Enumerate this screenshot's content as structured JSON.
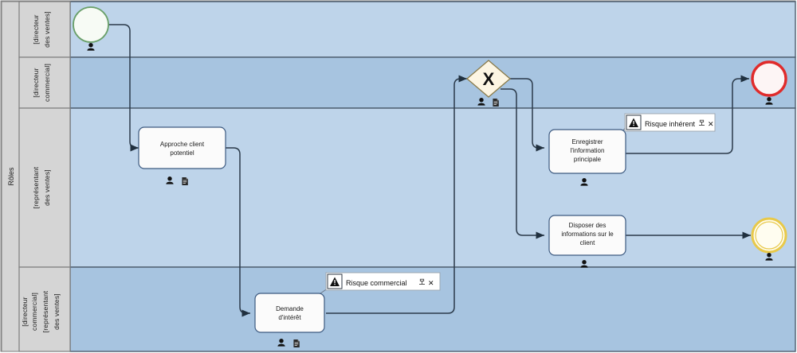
{
  "diagram": {
    "type": "bpmn-process-diagram",
    "pool": {
      "label": "Rôles"
    },
    "lanes": [
      {
        "id": "lane-1",
        "labels": [
          "[directeur",
          "des ventes]"
        ],
        "fill": "#bed4ea"
      },
      {
        "id": "lane-2",
        "labels": [
          "[directeur",
          "commercial]"
        ],
        "fill": "#a7c4e0"
      },
      {
        "id": "lane-3",
        "labels": [
          "[représentant",
          "des ventes]"
        ],
        "fill": "#bed4ea"
      },
      {
        "id": "lane-4",
        "labels": [
          "[directeur",
          "commercial]",
          "[représentant",
          "des ventes]"
        ],
        "fill": "#a7c4e0"
      }
    ],
    "events": [
      {
        "id": "start-event",
        "name": "start-event",
        "shape": "circle",
        "stroke": "#6aa06a",
        "fill": "#f7fbf5",
        "lane": "lane-1",
        "has_person_icon": true
      },
      {
        "id": "end-event-red",
        "name": "end-event",
        "shape": "circle",
        "stroke": "#e02b2b",
        "fill": "#fdf5f5",
        "lane": "lane-2",
        "has_person_icon": true
      },
      {
        "id": "end-event-gold",
        "name": "intermediate-event",
        "shape": "circle",
        "stroke": "#e8c94a",
        "fill": "#fffdf0",
        "lane": "lane-3",
        "has_person_icon": true
      }
    ],
    "gateway": {
      "id": "gateway-exclusive",
      "symbol": "X",
      "fill": "#fdf6e3",
      "stroke": "#8a7b4a",
      "lane": "lane-2",
      "icons": [
        "person-icon",
        "document-icon"
      ]
    },
    "tasks": [
      {
        "id": "task-approche",
        "lines": [
          "Approche client",
          "potentiel"
        ],
        "lane": "lane-3",
        "icons": [
          "person-icon",
          "document-icon"
        ]
      },
      {
        "id": "task-demande",
        "lines": [
          "Demande",
          "d'intérêt"
        ],
        "lane": "lane-4",
        "icons": [
          "person-icon",
          "document-icon"
        ]
      },
      {
        "id": "task-enregistrer",
        "lines": [
          "Enregistrer",
          "l'information",
          "principale"
        ],
        "lane": "lane-3",
        "icons": [
          "person-icon"
        ]
      },
      {
        "id": "task-disposer",
        "lines": [
          "Disposer des",
          "informations sur le",
          "client"
        ],
        "lane": "lane-3",
        "icons": [
          "person-icon"
        ]
      }
    ],
    "annotations": [
      {
        "id": "annotation-risque-commercial",
        "label": "Risque commercial",
        "icon": "warning-triangle-icon",
        "actions": [
          "pin-icon",
          "close-icon"
        ],
        "close_glyph": "✕",
        "attached_to": "task-demande"
      },
      {
        "id": "annotation-risque-inherent",
        "label": "Risque inhérent",
        "icon": "warning-triangle-icon",
        "actions": [
          "pin-icon",
          "close-icon"
        ],
        "close_glyph": "✕",
        "attached_to": "task-enregistrer"
      }
    ],
    "colors": {
      "lane_light": "#bed4ea",
      "lane_dark": "#a7c4e0",
      "lane_header": "#d5d5d5",
      "border": "#4d5d6e",
      "task_fill": "#fbfbfb",
      "task_stroke": "#3d5a80",
      "flow": "#2b3a4a"
    }
  }
}
